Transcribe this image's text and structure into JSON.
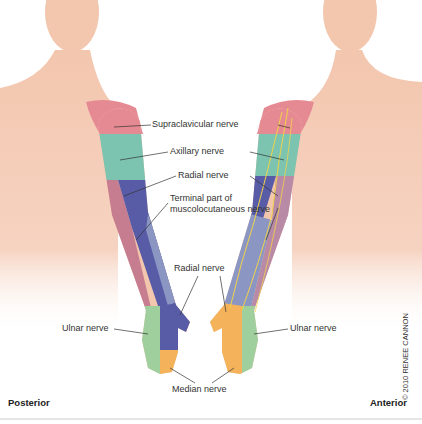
{
  "diagram": {
    "labels": [
      "Supraclavicular nerve",
      "Axillary nerve",
      "Radial nerve",
      "Terminal part of muscolocutaneous nerve",
      "Radial nerve",
      "Ulnar nerve",
      "Ulnar nerve",
      "Median nerve",
      "Posterior",
      "Anterior",
      "© 2010 RENEE CANNON"
    ]
  }
}
